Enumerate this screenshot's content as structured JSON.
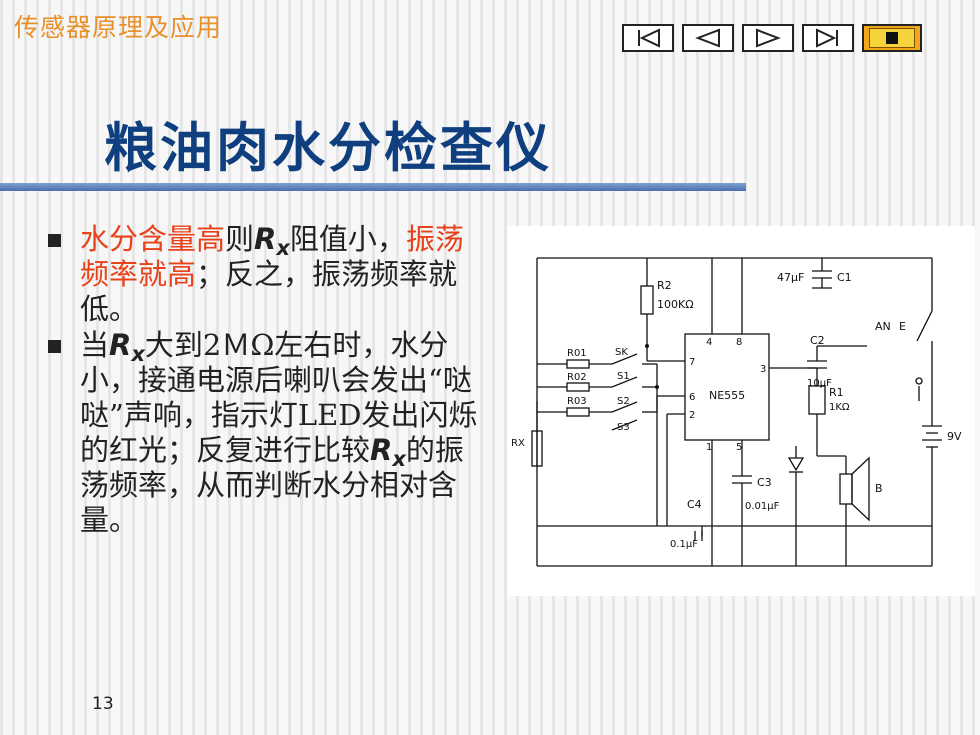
{
  "header": {
    "course_title": "传感器原理及应用"
  },
  "nav": [
    {
      "name": "first-slide-button",
      "icon": "skip-back-icon"
    },
    {
      "name": "prev-slide-button",
      "icon": "triangle-left-icon"
    },
    {
      "name": "next-slide-button",
      "icon": "triangle-right-icon"
    },
    {
      "name": "last-slide-button",
      "icon": "skip-forward-icon"
    },
    {
      "name": "stop-button",
      "icon": "stop-icon"
    }
  ],
  "slide": {
    "title": "粮油肉水分检查仪",
    "bullets": [
      {
        "part1_highlight": "水分含量高",
        "part2": "则",
        "rx": "R",
        "rx_sub": "x",
        "part3": "阻值小，",
        "part4_highlight": "振荡频率就高",
        "part5": "；反之，振荡频率就低。"
      },
      {
        "part1": "当",
        "rx": "R",
        "rx_sub": "x",
        "part2": "大到2ＭΩ左右时，水分小，接通电源后喇叭会发出“哒哒”声响，指示灯LED发出闪烁的红光；反复进行比较",
        "rx2": "R",
        "rx2_sub": "x",
        "part3": "的振荡频率，从而判断水分相对含量。"
      }
    ],
    "page_number": "13"
  },
  "circuit": {
    "labels": {
      "r2": "R2",
      "r2_val": "100KΩ",
      "c1_val": "47μF",
      "c1": "C1",
      "an": "AN",
      "e": "E",
      "c2": "C2",
      "c2_val": "10μF",
      "r1": "R1",
      "r1_val": "1KΩ",
      "ic": "NE555",
      "pin4": "4",
      "pin8": "8",
      "pin7": "7",
      "pin3": "3",
      "pin6": "6",
      "pin2": "2",
      "pin1": "1",
      "pin5": "5",
      "r01": "R01",
      "r02": "R02",
      "r03": "R03",
      "sk": "SK",
      "s1": "S1",
      "s2": "S2",
      "s3": "S3",
      "rx": "RX",
      "c3": "C3",
      "c3_val": "0.01μF",
      "c4": "C4",
      "c4_val": "0.1μF",
      "b": "B",
      "v9": "9V"
    }
  }
}
